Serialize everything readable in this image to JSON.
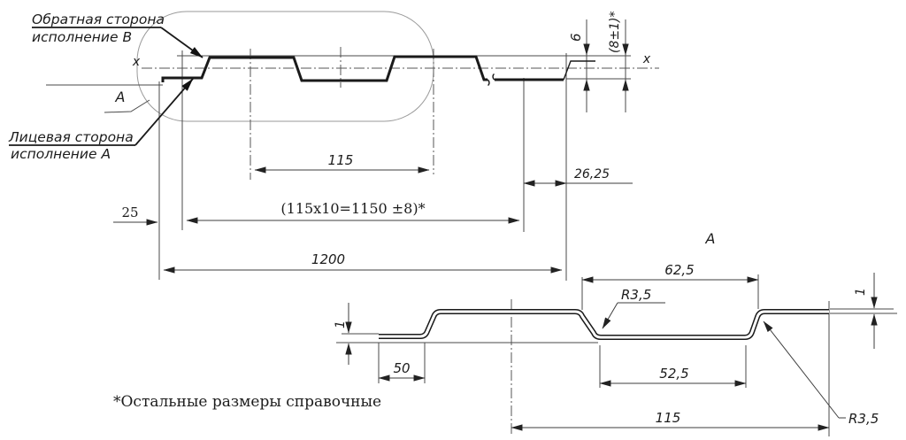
{
  "drawing": {
    "labels": {
      "back_side_line1": "Обратная сторона",
      "back_side_line2": "исполнение В",
      "face_side_line1": "Лицевая сторона",
      "face_side_line2": "исполнение А",
      "view_ref": "А",
      "axis_left": "x",
      "axis_right": "x"
    },
    "top_view_dims": {
      "pitch": "115",
      "module_total": "(115x10=1150 ±8)*",
      "edge_flat": "25",
      "overall_width": "1200",
      "end_offset": "26,25",
      "rib_height": "6",
      "overall_height": "(8±1)*"
    },
    "detail_a": {
      "title": "А",
      "flange_width": "50",
      "thickness_left": "1",
      "rib_top_width": "62,5",
      "rib_bottom_width": "52,5",
      "bend_radius_valley": "R3,5",
      "bend_radius_end": "R3,5",
      "module_width": "115",
      "thickness_right": "1"
    },
    "note": "*Остальные размеры справочные"
  }
}
